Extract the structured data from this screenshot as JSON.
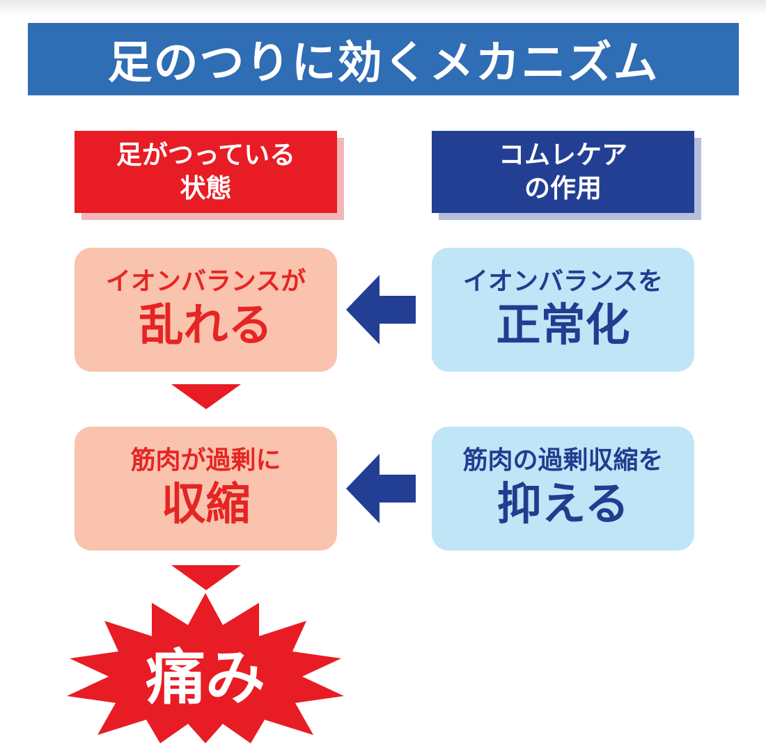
{
  "title": "足のつりに効くメカニズム",
  "left_header": {
    "line1": "足がつっている",
    "line2": "状態"
  },
  "right_header": {
    "line1": "コムレケア",
    "line2": "の作用"
  },
  "left_boxes": [
    {
      "small": "イオンバランスが",
      "big": "乱れる"
    },
    {
      "small": "筋肉が過剰に",
      "big": "収縮"
    }
  ],
  "right_boxes": [
    {
      "small": "イオンバランスを",
      "big": "正常化"
    },
    {
      "small": "筋肉の過剰収縮を",
      "big": "抑える"
    }
  ],
  "result": "痛み",
  "colors": {
    "title_bg": "#2f6db5",
    "red": "#e81c24",
    "navy": "#233f94",
    "pink_box": "#f9c3ad",
    "blue_box": "#bfe5f7"
  }
}
